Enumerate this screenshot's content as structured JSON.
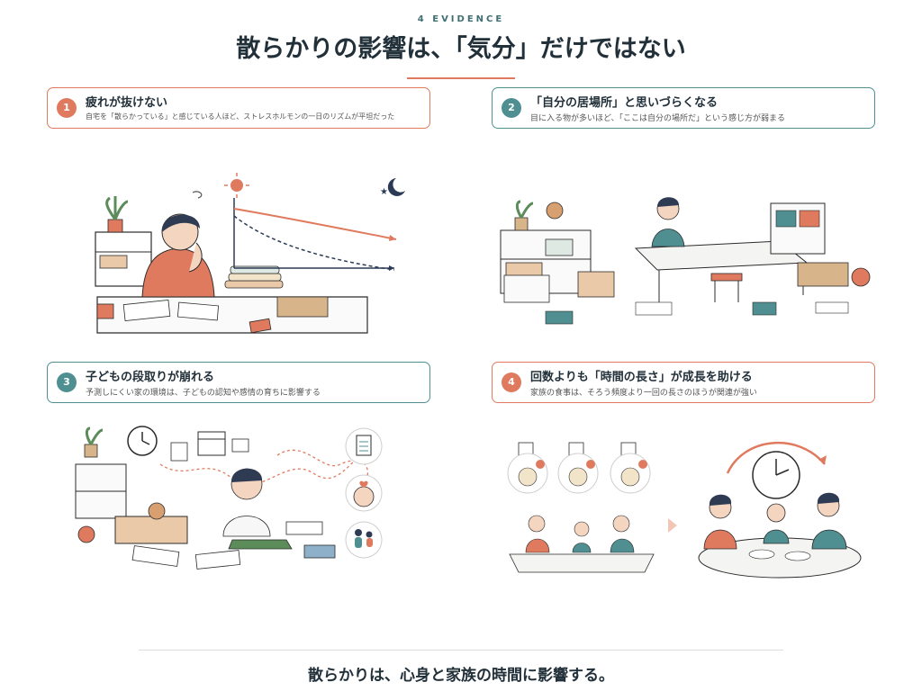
{
  "header": {
    "kicker": "4 EVIDENCE",
    "title": "散らかりの影響は、「気分」だけではない"
  },
  "cards": [
    {
      "number": "1",
      "title": "疲れが抜けない",
      "description": "自宅を「散らかっている」と感じている人ほど、ストレスホルモンの一日のリズムが平坦だった"
    },
    {
      "number": "2",
      "title": "「自分の居場所」と思いづらくなる",
      "description": "目に入る物が多いほど、「ここは自分の場所だ」という感じ方が弱まる"
    },
    {
      "number": "3",
      "title": "子どもの段取りが崩れる",
      "description": "予測しにくい家の環境は、子どもの認知や感情の育ちに影響する"
    },
    {
      "number": "4",
      "title": "回数よりも「時間の長さ」が成長を助ける",
      "description": "家族の食事は、そろう頻度より一回の長さのほうが関連が強い"
    }
  ],
  "footer": {
    "conclusion": "散らかりは、心身と家族の時間に影響する。"
  },
  "colors": {
    "accent_coral": "#e07a5f",
    "accent_teal": "#4f8f92",
    "ink": "#22303a"
  },
  "icons": [
    "sun-icon",
    "moon-icon",
    "clock-icon",
    "calendar-icon",
    "checklist-icon",
    "heart-face-icon",
    "family-icon"
  ]
}
